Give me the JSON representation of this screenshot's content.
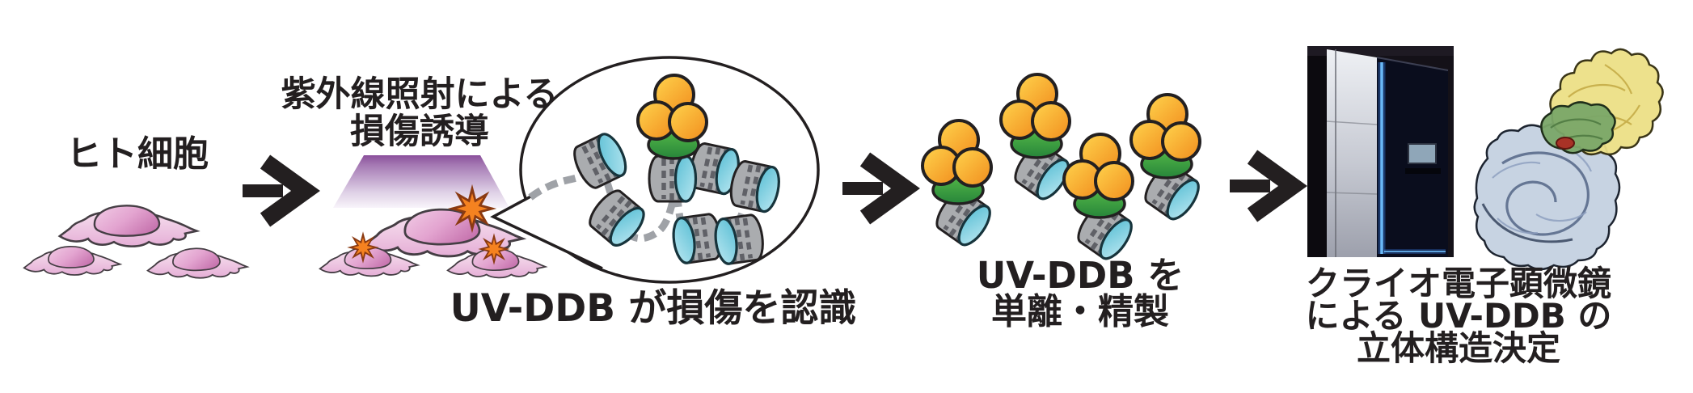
{
  "figure": {
    "kind": "scientific-workflow-diagram",
    "language": "ja",
    "background": "#ffffff"
  },
  "steps": {
    "step1": {
      "label": "ヒト細胞"
    },
    "step2": {
      "title_line1": "紫外線照射による",
      "title_line2": "損傷誘導",
      "caption": "UV-DDB が損傷を認識"
    },
    "step3": {
      "caption_line1": "UV-DDB を",
      "caption_line2": "単離・精製"
    },
    "step4": {
      "caption_line1": "クライオ電子顕微鏡",
      "caption_line2": "による UV-DDB の",
      "caption_line3": "立体構造決定"
    }
  },
  "icons": {
    "arrow": {
      "name": "arrow-right",
      "glyph": "→",
      "count": 3
    }
  },
  "colors": {
    "text": "#231f20",
    "arrow": "#231f20",
    "outline": "#231f20",
    "cell_body": "#f0c9e2",
    "cell_nucleus": "#d98fc2",
    "damage_star": "#f58220",
    "uv_beam_purple": "#8a4f9b",
    "nucleosome_side": "#a7a9ac",
    "nucleosome_face": "#7ecbdd",
    "dna_strand": "#9fa2a7",
    "ddb1_orange": "#f9a01b",
    "ddb2_green": "#3fae49",
    "bubble_fill": "#ffffff",
    "photo_background": "#141118",
    "photo_cabinet": "#d7d9e0",
    "photo_glow_blue": "#6fc0ff",
    "structure_dna_blue": "#c2cfe0",
    "structure_ddb1_yellow": "#ecdf86",
    "structure_ddb2_green": "#7aa768",
    "structure_lesion_red": "#a83226"
  }
}
